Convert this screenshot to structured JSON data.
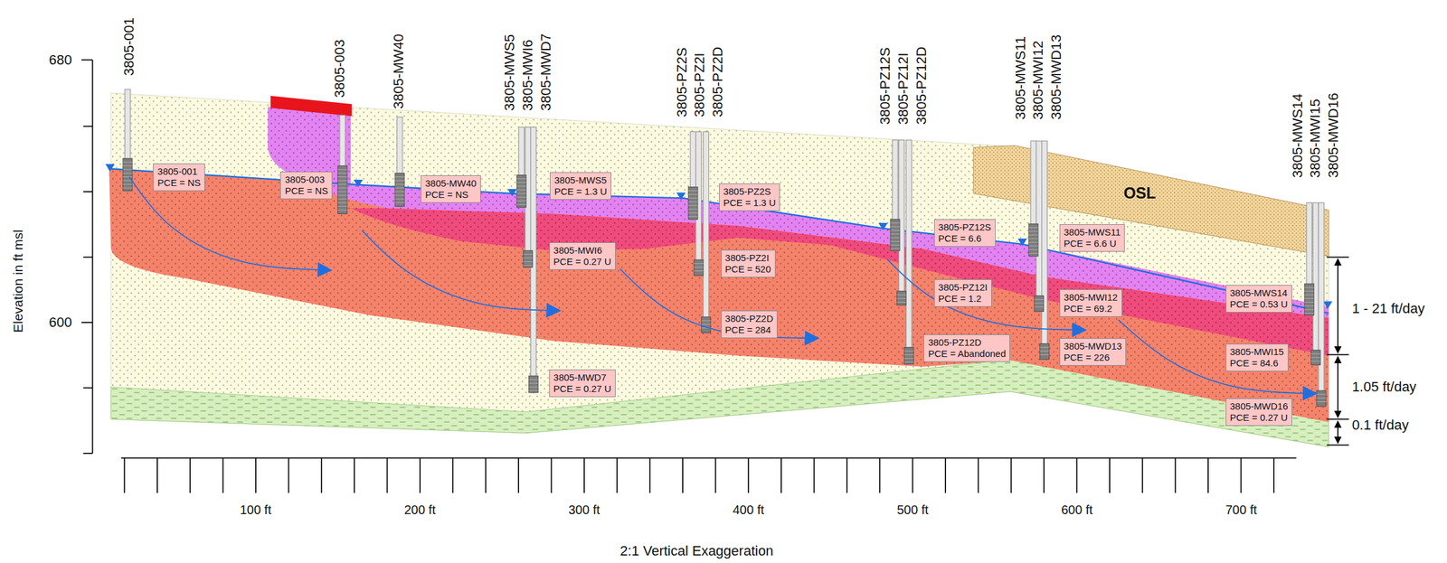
{
  "diagram": {
    "caption": "2:1 Vertical Exaggeration",
    "nodes": [
      {
        "text": [
          "3805-001",
          "PCE = NS"
        ]
      },
      {
        "text": [
          "3805-003",
          "PCE = NS"
        ]
      },
      {
        "text": [
          "3805-MW40",
          "PCE = NS"
        ]
      },
      {
        "text": [
          "3805-MWS5",
          "PCE = 1.3 U"
        ]
      },
      {
        "text": [
          "3805-MWI6",
          "PCE = 0.27 U"
        ]
      },
      {
        "text": [
          "3805-MWD7",
          "PCE = 0.27 U"
        ]
      },
      {
        "text": [
          "3805-PZ2S",
          "PCE = 1.3 U"
        ]
      },
      {
        "text": [
          "3805-PZ2I",
          "PCE = 520"
        ]
      },
      {
        "text": [
          "3805-PZ2D",
          "PCE = 284"
        ]
      },
      {
        "text": [
          "3805-PZ12S",
          "PCE = 6.6"
        ]
      },
      {
        "text": [
          "3805-PZ12I",
          "PCE = 1.2"
        ]
      },
      {
        "text": [
          "3805-PZ12D",
          "PCE = Abandoned"
        ]
      },
      {
        "text": [
          "3805-MWS11",
          "PCE = 6.6 U"
        ]
      },
      {
        "text": [
          "3805-MWI12",
          "PCE = 69.2"
        ]
      },
      {
        "text": [
          "3805-MWD13",
          "PCE = 226"
        ]
      },
      {
        "text": [
          "3805-MWS14",
          "PCE = 0.53 U"
        ]
      },
      {
        "text": [
          "3805-MWI15",
          "PCE = 84.6"
        ]
      },
      {
        "text": [
          "3805-MWD16",
          "PCE = 0.27 U"
        ]
      }
    ],
    "labels": [
      "3805-001",
      "3805-003",
      "3805-MW40",
      "3805-MWS5",
      "3805-MWI6",
      "3805-MWD7",
      "3805-PZ2S",
      "3805-PZ2I",
      "3805-PZ2D",
      "3805-PZ12S",
      "3805-PZ12I",
      "3805-PZ12D",
      "3805-MWS11",
      "3805-MWI12",
      "3805-MWD13",
      "3805-MWS14",
      "3805-MWI15",
      "3805-MWD16",
      "680",
      "600",
      "Elevation in ft msl",
      "100 ft",
      "200 ft",
      "300 ft",
      "400 ft",
      "500 ft",
      "600 ft",
      "700 ft",
      "OSL",
      "1 - 21 ft/day",
      "1.05 ft/day",
      "0.1 ft/day"
    ]
  }
}
